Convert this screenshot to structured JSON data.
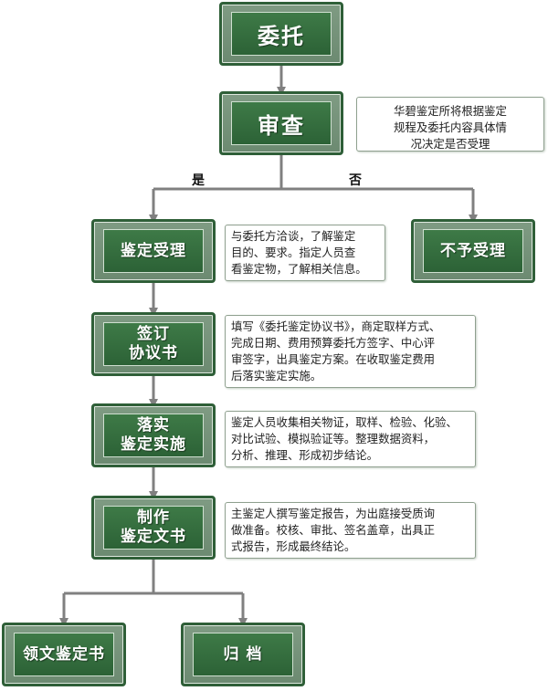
{
  "steps": {
    "entrust": "委托",
    "review": "审查",
    "accept": "鉴定受理",
    "reject": "不予受理",
    "sign_line1": "签订",
    "sign_line2": "协议书",
    "implement_line1": "落实",
    "implement_line2": "鉴定实施",
    "produce_line1": "制作",
    "produce_line2": "鉴定文书",
    "receive": "领文鉴定书",
    "archive": "归 档"
  },
  "branches": {
    "yes": "是",
    "no": "否"
  },
  "notes": {
    "review": [
      "华碧鉴定所将根据鉴定",
      "规程及委托内容具体情",
      "况决定是否受理"
    ],
    "accept": [
      "与委托方洽谈，了解鉴定",
      "目的、要求。指定人员查",
      "看鉴定物，了解相关信息。"
    ],
    "sign": [
      "填写《委托鉴定协议书》，商定取样方式、",
      "完成日期、费用预算委托方签字、中心评",
      "审签字，出具鉴定方案。在收取鉴定费用",
      "后落实鉴定实施。"
    ],
    "implement": [
      "鉴定人员收集相关物证，取样、检验、化验、",
      "对比试验、模拟验证等。整理数据资料，",
      "分析、推理、形成初步结论。"
    ],
    "produce": [
      "主鉴定人撰写鉴定报告，为出庭接受质询",
      "做准备。校核、审批、签名盖章，出具正",
      "式报告，形成最终结论。"
    ]
  },
  "colors": {
    "connector": "#808080",
    "box_inner": "#2f6a39",
    "box_outer": "#7f9b83"
  }
}
